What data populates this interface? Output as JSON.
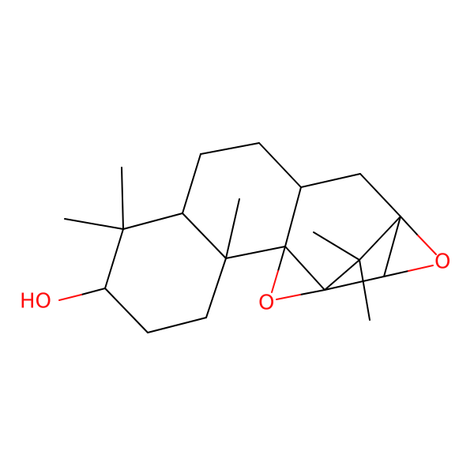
{
  "molecule": {
    "atoms": {
      "hydroxyl": "HO",
      "epoxide_left": "O",
      "epoxide_right": "O"
    },
    "colors": {
      "bond": "#000000",
      "oxygen": "#ff0d0d",
      "background": "#ffffff"
    }
  }
}
